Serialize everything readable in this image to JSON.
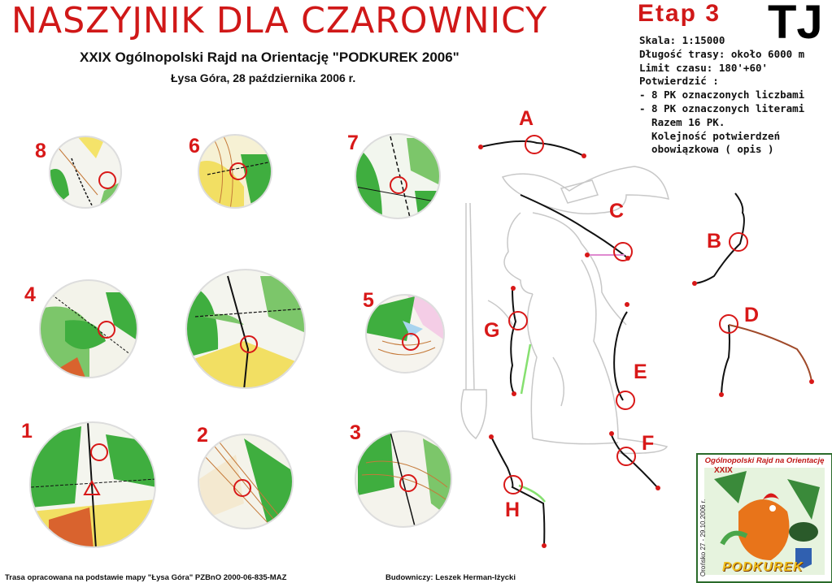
{
  "header": {
    "title": "NASZYJNIK DLA CZAROWNICY",
    "subtitle": "XXIX Ogólnopolski Rajd na Orientację \"PODKUREK 2006\"",
    "location_date": "Łysa Góra, 28 października 2006 r."
  },
  "stage": {
    "label": "Etap 3",
    "category": "TJ"
  },
  "info": {
    "lines": [
      "Skala: 1:15000",
      "Długość trasy: około 6000 m",
      "Limit czasu: 180'+60'",
      "Potwierdzić :",
      "- 8 PK oznaczonych liczbami",
      "- 8 PK oznaczonych literami",
      "  Razem 16 PK.",
      "  Kolejność potwierdzeń",
      "  obowiązkowa ( opis )"
    ]
  },
  "map_circles": [
    {
      "label": "8"
    },
    {
      "label": "6"
    },
    {
      "label": "7"
    },
    {
      "label": "4"
    },
    {
      "label": ""
    },
    {
      "label": "5"
    },
    {
      "label": "1"
    },
    {
      "label": "2"
    },
    {
      "label": "3"
    }
  ],
  "route_segments": [
    {
      "label": "A"
    },
    {
      "label": "B"
    },
    {
      "label": "C"
    },
    {
      "label": "D"
    },
    {
      "label": "E"
    },
    {
      "label": "F"
    },
    {
      "label": "G"
    },
    {
      "label": "H"
    }
  ],
  "footer": {
    "left": "Trasa opracowana na podstawie mapy \"Łysa Góra\" PZBnO 2000-06-835-MAZ",
    "right": "Budowniczy: Leszek Herman-Iżycki"
  },
  "logo": {
    "ring_text": "Ogólnopolski Rajd na Orientację",
    "edition": "XXIX",
    "dates": "Orońsko 27 - 29.10.2006 r.",
    "name": "PODKUREK"
  },
  "colors": {
    "accent_red": "#d81818",
    "map_green": "#3fae3f",
    "map_yellow": "#f4e36a"
  }
}
